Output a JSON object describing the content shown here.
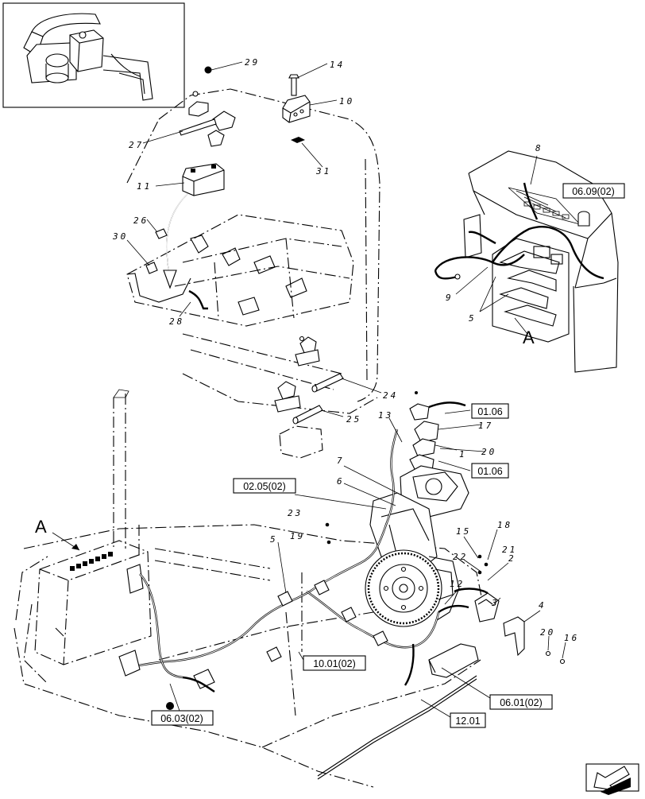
{
  "callouts": {
    "c29": "29",
    "c14": "14",
    "c10": "10",
    "c27": "27",
    "c31": "31",
    "c11": "11",
    "c26": "26",
    "c30": "30",
    "c28": "28",
    "c8": "8",
    "c9": "9",
    "c5a": "5",
    "c24": "24",
    "c25": "25",
    "c13": "13",
    "c17": "17",
    "c20a": "20",
    "c1": "1",
    "c7": "7",
    "c6": "6",
    "c23": "23",
    "c19": "19",
    "c15": "15",
    "c18": "18",
    "c21": "21",
    "c22": "22",
    "c2": "2",
    "c12": "12",
    "c3": "3",
    "c4": "4",
    "c20b": "20",
    "c16": "16",
    "c5b": "5"
  },
  "refs": {
    "r0609": "06.09(02)",
    "r0106a": "01.06",
    "r0106b": "01.06",
    "r0205": "02.05(02)",
    "r1001": "10.01(02)",
    "r0601": "06.01(02)",
    "r0603": "06.03(02)",
    "r1201": "12.01"
  },
  "view_letters": {
    "detail": "A",
    "main": "A"
  },
  "icons": {
    "inset": "battery-assembly-inset",
    "nav": "previous-page-arrow-icon"
  }
}
